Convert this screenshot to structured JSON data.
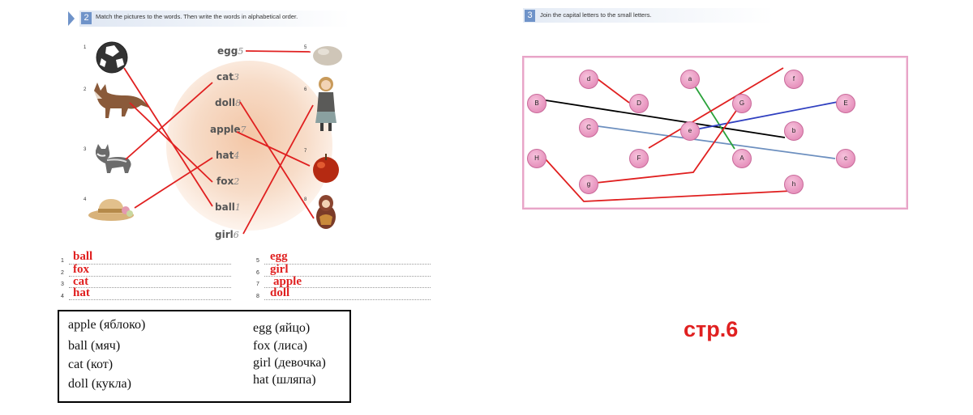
{
  "left_task": {
    "number": "2",
    "instruction": "Match the pictures to the words. Then write the words in alphabetical order.",
    "picture_numbers": [
      "1",
      "2",
      "3",
      "4",
      "5",
      "6",
      "7",
      "8"
    ],
    "words": [
      {
        "word": "egg",
        "hand": "5"
      },
      {
        "word": "cat",
        "hand": "3"
      },
      {
        "word": "doll",
        "hand": "8"
      },
      {
        "word": "apple",
        "hand": "7"
      },
      {
        "word": "hat",
        "hand": "4"
      },
      {
        "word": "fox",
        "hand": "2"
      },
      {
        "word": "ball",
        "hand": "1"
      },
      {
        "word": "girl",
        "hand": "6"
      }
    ],
    "answers_left": [
      {
        "num": "1",
        "word": "ball"
      },
      {
        "num": "2",
        "word": "fox"
      },
      {
        "num": "3",
        "word": "cat"
      },
      {
        "num": "4",
        "word": "hat"
      }
    ],
    "answers_right": [
      {
        "num": "5",
        "word": "egg"
      },
      {
        "num": "6",
        "word": "girl"
      },
      {
        "num": "7",
        "word": "apple"
      },
      {
        "num": "8",
        "word": "doll"
      }
    ]
  },
  "dictionary": {
    "left": [
      "apple (яблоко)",
      "ball (мяч)",
      "cat (кот)",
      "doll (кукла)"
    ],
    "right": [
      "egg (яйцо)",
      "fox (лиса)",
      "girl (девочка)",
      "hat (шляпа)"
    ]
  },
  "right_task": {
    "number": "3",
    "instruction": "Join the capital letters to the small letters.",
    "letters": [
      "d",
      "a",
      "f",
      "B",
      "D",
      "G",
      "E",
      "C",
      "e",
      "b",
      "H",
      "F",
      "A",
      "c",
      "g",
      "h"
    ]
  },
  "page_label": "стр.6",
  "colors": {
    "answer": "#e02020",
    "accent": "#6f93c9",
    "frame": "#e8a5c8"
  }
}
